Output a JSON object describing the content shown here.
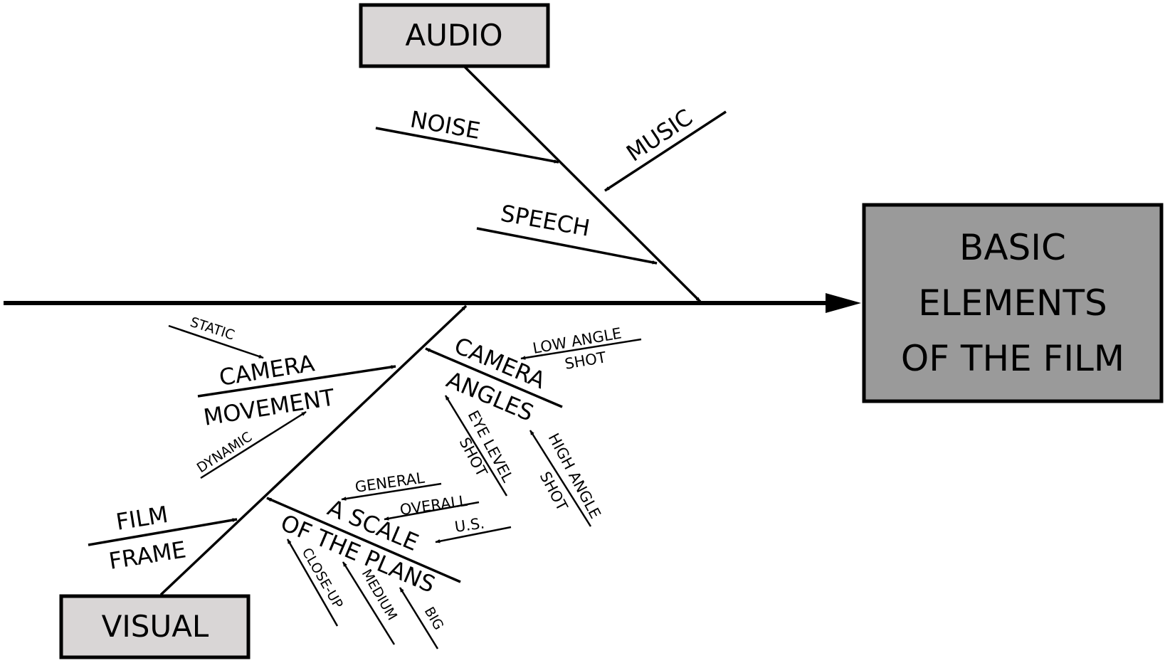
{
  "effect": {
    "line1": "BASIC",
    "line2": "ELEMENTS",
    "line3": "OF THE FILM"
  },
  "categories": {
    "audio": {
      "label": "AUDIO",
      "causes": {
        "noise": "NOISE",
        "music": "MUSIC",
        "speech": "SPEECH"
      }
    },
    "visual": {
      "label": "VISUAL",
      "film_frame": {
        "line1": "FILM",
        "line2": "FRAME"
      },
      "camera_movement": {
        "line1": "CAMERA",
        "line2": "MOVEMENT",
        "static": "STATIC",
        "dynamic": "DYNAMIC"
      },
      "camera_angles": {
        "line1": "CAMERA",
        "line2": "ANGLES",
        "low_angle_line1": "LOW ANGLE",
        "low_angle_line2": "SHOT",
        "eye_level_line1": "EYE LEVEL",
        "eye_level_line2": "SHOT",
        "high_angle_line1": "HIGH ANGLE",
        "high_angle_line2": "SHOT"
      },
      "scale_of_plans": {
        "line1": "A SCALE",
        "line2": "OF THE PLANS",
        "general": "GENERAL",
        "overall": "OVERALL",
        "us": "U.S.",
        "close_up": "CLOSE-UP",
        "medium": "MEDIUM",
        "big": "BIG"
      }
    }
  }
}
